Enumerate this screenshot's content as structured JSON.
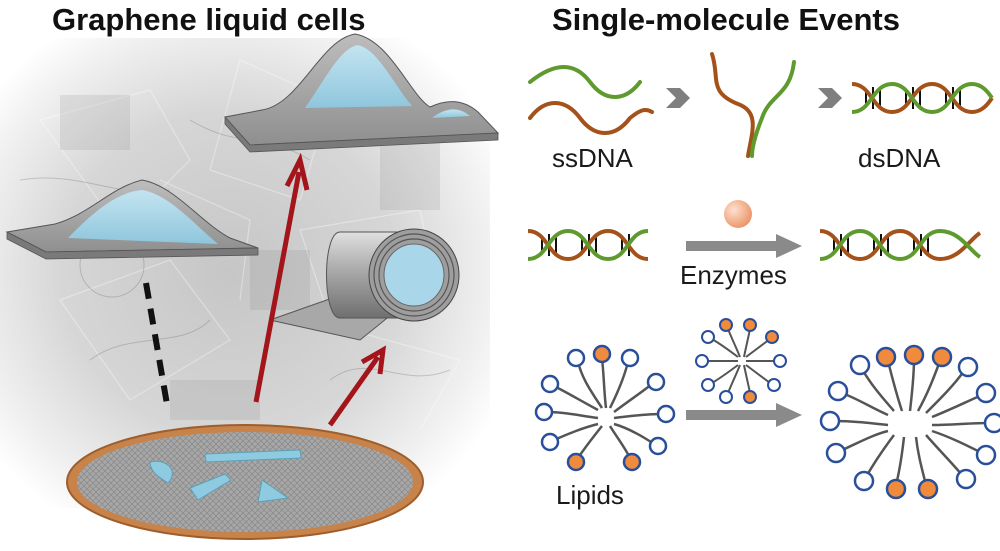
{
  "left_panel": {
    "title": "Graphene liquid cells"
  },
  "right_panel": {
    "title": "Single-molecule Events",
    "labels": {
      "ssdna": "ssDNA",
      "dsdna": "dsDNA",
      "enzymes": "Enzymes",
      "lipids": "Lipids"
    }
  },
  "colors": {
    "dna_green": "#5f9a2f",
    "dna_brown": "#a4521a",
    "liquid_blue": "#a9d6e8",
    "graphene_gray": "#9a9a9a",
    "arrow_red": "#a3151a",
    "lipid_head_orange": "#f08a3c",
    "lipid_head_white": "#ffffff",
    "lipid_ring_blue": "#2a4f9a",
    "ring_orange": "#c8834a",
    "enzyme_peach": "#f0a57c",
    "process_arrow_gray": "#8a8a8a"
  }
}
